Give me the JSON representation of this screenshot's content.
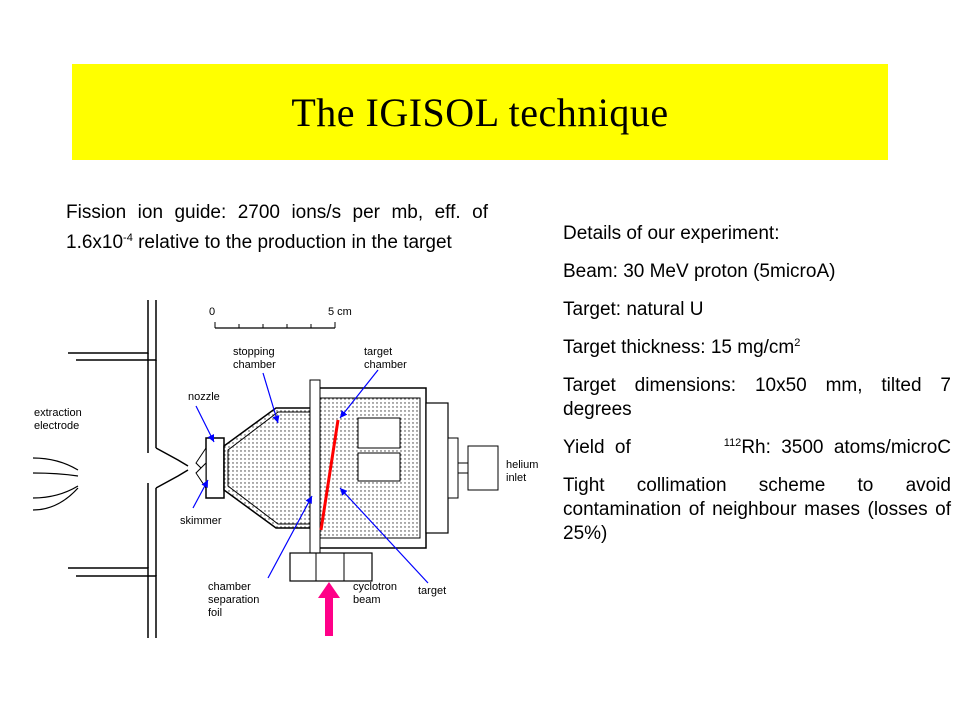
{
  "slide": {
    "title": "The IGISOL technique",
    "title_bg": "#ffff00"
  },
  "left": {
    "paragraph": {
      "pre": "Fission ion guide:  2700 ions/s per mb, eff. of 1.6x10",
      "sup": "-4",
      "post": " relative to the production in the target"
    }
  },
  "details": {
    "heading": "Details of our experiment:",
    "beam": "Beam: 30 MeV proton (5microA)",
    "target": "Target: natural U",
    "thickness_pre": "Target thickness: 15 mg/cm",
    "thickness_sup": "2",
    "dimensions": "Target dimensions: 10x50 mm, tilted 7 degrees",
    "yield_pre": "Yield of ",
    "yield_sup": "112",
    "yield_post": "Rh: 3500 atoms/microC",
    "collimation": "Tight collimation scheme to avoid contamination of neighbour mases (losses of 25%)"
  },
  "diagram": {
    "scale_zero": "0",
    "scale_five": "5 cm",
    "labels": {
      "extraction": "extraction",
      "electrode": "electrode",
      "nozzle": "nozzle",
      "stopping": "stopping",
      "chamber": "chamber",
      "target": "target",
      "helium": "helium",
      "inlet": "inlet",
      "skimmer": "skimmer",
      "separation": "separation",
      "foil": "foil",
      "cyclotron": "cyclotron",
      "beam": "beam"
    },
    "colors": {
      "target_line": "#ff0000",
      "beam_arrow": "#ff0088",
      "pointer": "#0000ff"
    }
  }
}
